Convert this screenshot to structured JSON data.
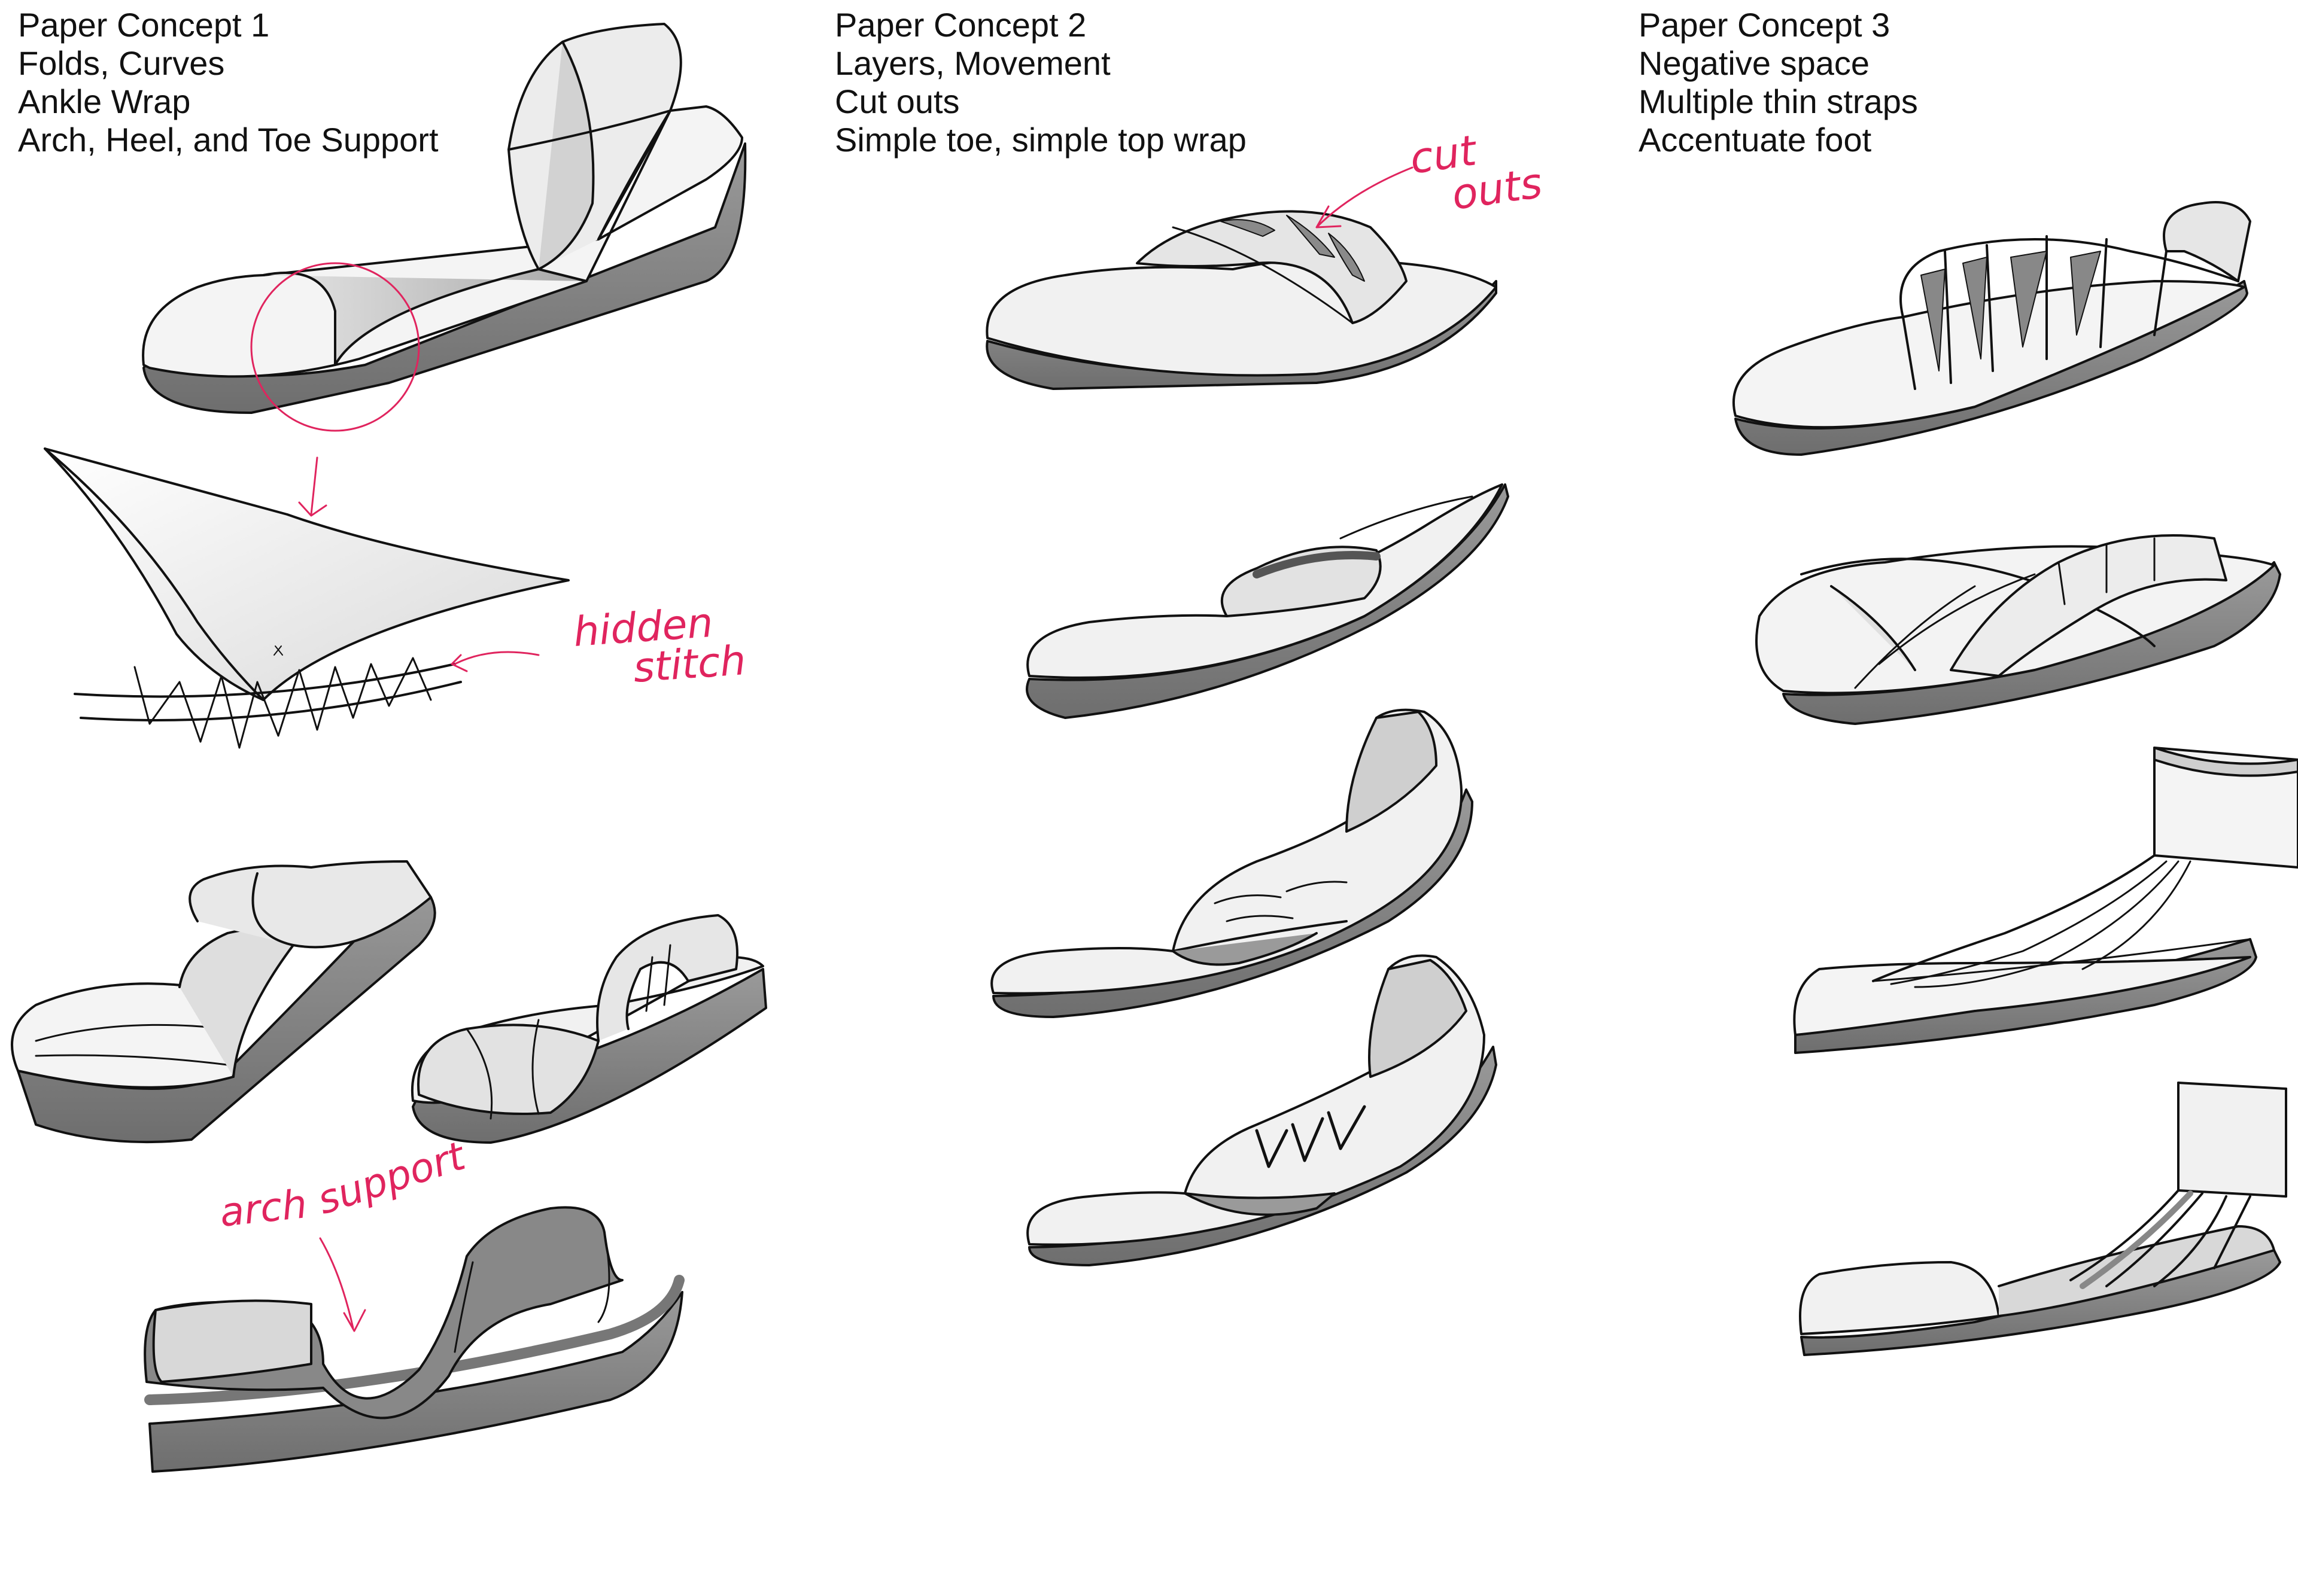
{
  "concepts": [
    {
      "title": "Paper Concept 1",
      "lines": [
        "Folds, Curves",
        "Ankle Wrap",
        "Arch, Heel, and Toe Support"
      ]
    },
    {
      "title": "Paper Concept 2",
      "lines": [
        "Layers, Movement",
        "Cut outs",
        "Simple toe, simple top wrap"
      ]
    },
    {
      "title": "Paper Concept 3",
      "lines": [
        "Negative space",
        "Multiple thin straps",
        "Accentuate foot"
      ]
    }
  ],
  "annotations": {
    "hidden_stitch": [
      "hidden",
      "stitch"
    ],
    "arch_support": [
      "arch",
      "support"
    ],
    "cut_outs": [
      "cut",
      "outs"
    ]
  },
  "colors": {
    "annotation": "#e0245e",
    "ink": "#111111",
    "shade_dark": "#8a8a8a",
    "shade_light": "#d6d6d6"
  }
}
